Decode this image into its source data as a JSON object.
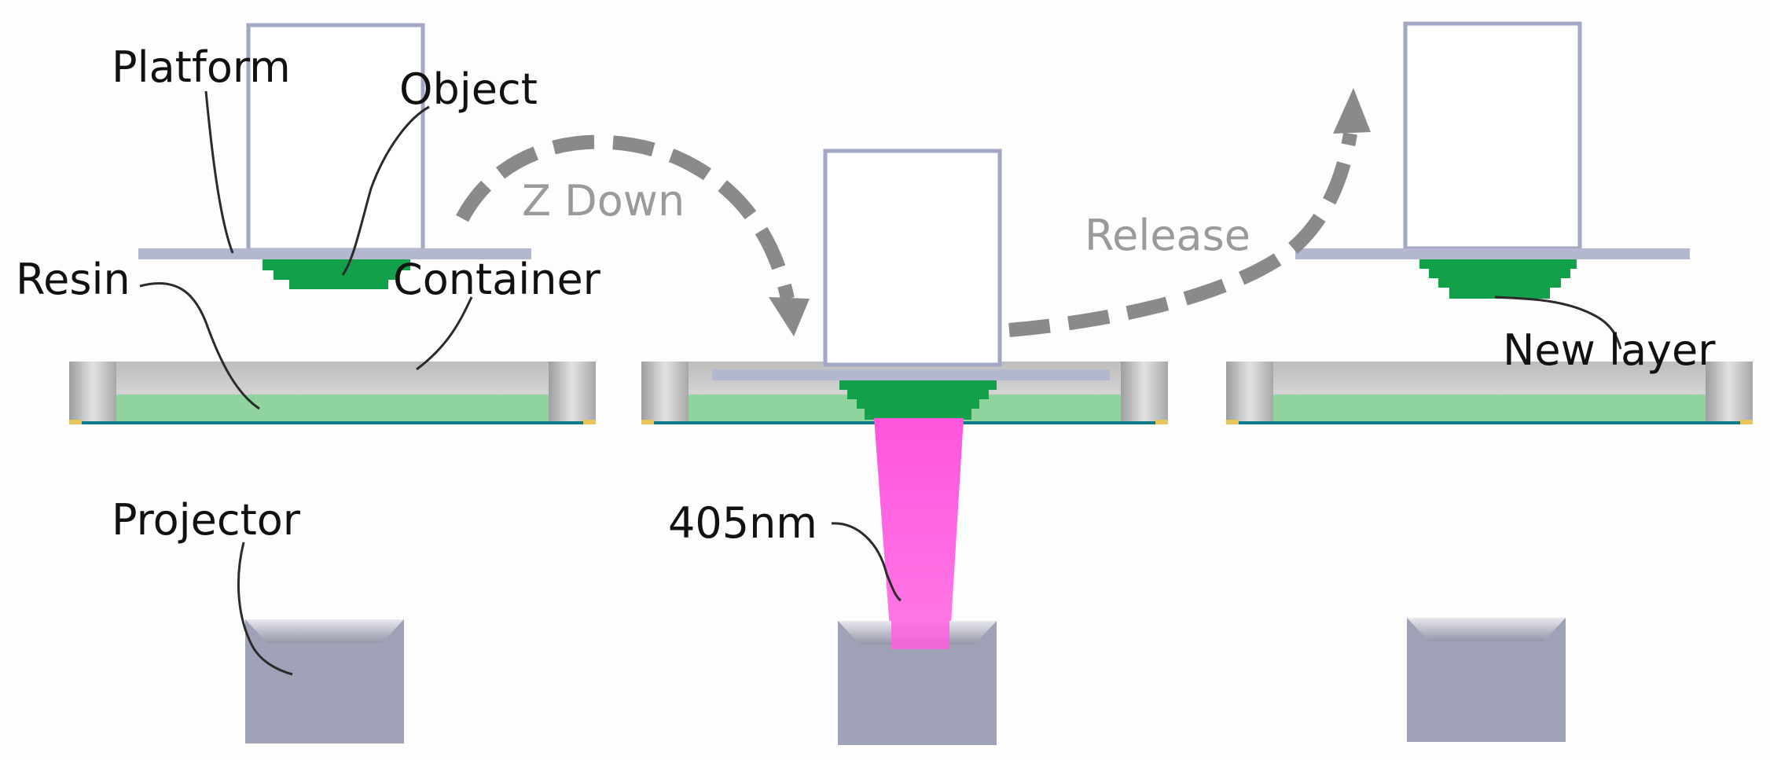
{
  "labels": {
    "platform": "Platform",
    "object": "Object",
    "resin": "Resin",
    "container": "Container",
    "projector": "Projector",
    "wavelength": "405nm",
    "new_layer": "New layer"
  },
  "steps": {
    "z_down": "Z Down",
    "release": "Release"
  },
  "colors": {
    "frame": "#a3a6c4",
    "platform_plate": "#b2b7cd",
    "object_green": "#12a04a",
    "resin_green": "#8fd39f",
    "container_grey": "#c9c9c9",
    "projector_grey": "#9da0b3",
    "light_beam": "#ff5ee0",
    "arrow_grey": "#8a8a8a"
  }
}
